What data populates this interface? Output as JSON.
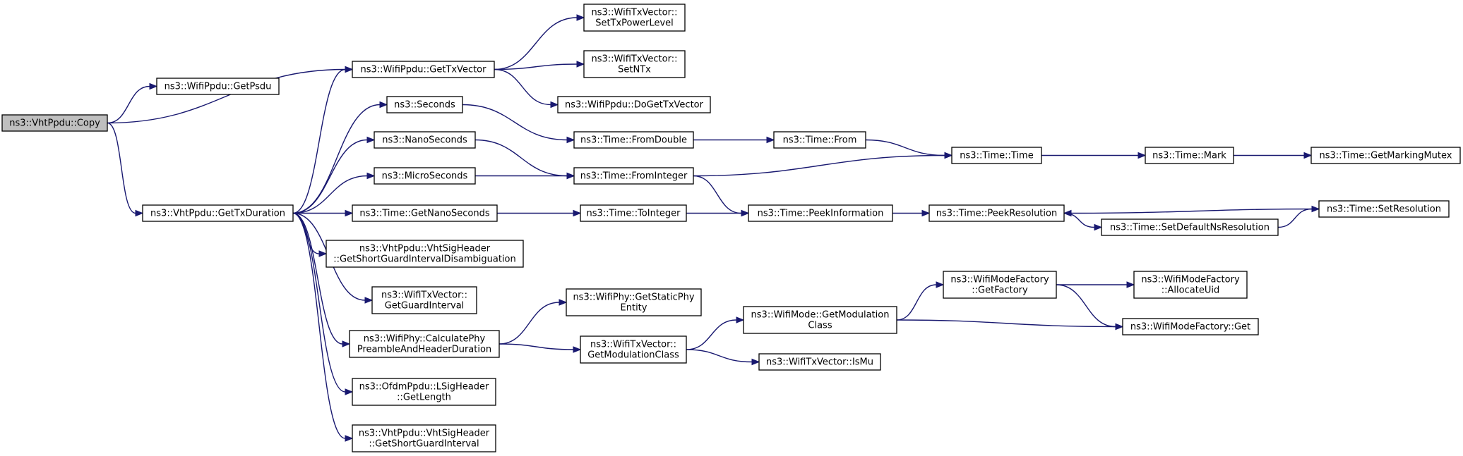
{
  "graph": {
    "nodes": [
      {
        "id": "copy",
        "lines": [
          "ns3::VhtPpdu::Copy"
        ],
        "root": true
      },
      {
        "id": "getpsdu",
        "lines": [
          "ns3::WifiPpdu::GetPsdu"
        ]
      },
      {
        "id": "gettxvector",
        "lines": [
          "ns3::WifiPpdu::GetTxVector"
        ]
      },
      {
        "id": "gettxduration",
        "lines": [
          "ns3::VhtPpdu::GetTxDuration"
        ]
      },
      {
        "id": "settxpower",
        "lines": [
          "ns3::WifiTxVector::",
          "SetTxPowerLevel"
        ]
      },
      {
        "id": "setntx",
        "lines": [
          "ns3::WifiTxVector::",
          "SetNTx"
        ]
      },
      {
        "id": "dogettxvector",
        "lines": [
          "ns3::WifiPpdu::DoGetTxVector"
        ]
      },
      {
        "id": "seconds",
        "lines": [
          "ns3::Seconds"
        ]
      },
      {
        "id": "nanoseconds",
        "lines": [
          "ns3::NanoSeconds"
        ]
      },
      {
        "id": "microseconds",
        "lines": [
          "ns3::MicroSeconds"
        ]
      },
      {
        "id": "getnanoseconds",
        "lines": [
          "ns3::Time::GetNanoSeconds"
        ]
      },
      {
        "id": "shortgidisamb",
        "lines": [
          "ns3::VhtPpdu::VhtSigHeader",
          "::GetShortGuardIntervalDisambiguation"
        ]
      },
      {
        "id": "getguardinterval",
        "lines": [
          "ns3::WifiTxVector::",
          "GetGuardInterval"
        ]
      },
      {
        "id": "calcphy",
        "lines": [
          "ns3::WifiPhy::CalculatePhy",
          "PreambleAndHeaderDuration"
        ]
      },
      {
        "id": "lsiglength",
        "lines": [
          "ns3::OfdmPpdu::LSigHeader",
          "::GetLength"
        ]
      },
      {
        "id": "shortgi",
        "lines": [
          "ns3::VhtPpdu::VhtSigHeader",
          "::GetShortGuardInterval"
        ]
      },
      {
        "id": "fromdouble",
        "lines": [
          "ns3::Time::FromDouble"
        ]
      },
      {
        "id": "frominteger",
        "lines": [
          "ns3::Time::FromInteger"
        ]
      },
      {
        "id": "tointeger",
        "lines": [
          "ns3::Time::ToInteger"
        ]
      },
      {
        "id": "getstaticphy",
        "lines": [
          "ns3::WifiPhy::GetStaticPhy",
          "Entity"
        ]
      },
      {
        "id": "txgetmodclass",
        "lines": [
          "ns3::WifiTxVector::",
          "GetModulationClass"
        ]
      },
      {
        "id": "from",
        "lines": [
          "ns3::Time::From"
        ]
      },
      {
        "id": "peekinfo",
        "lines": [
          "ns3::Time::PeekInformation"
        ]
      },
      {
        "id": "modegetmodclass",
        "lines": [
          "ns3::WifiMode::GetModulation",
          "Class"
        ]
      },
      {
        "id": "ismu",
        "lines": [
          "ns3::WifiTxVector::IsMu"
        ]
      },
      {
        "id": "time",
        "lines": [
          "ns3::Time::Time"
        ]
      },
      {
        "id": "peekres",
        "lines": [
          "ns3::Time::PeekResolution"
        ]
      },
      {
        "id": "getfactory",
        "lines": [
          "ns3::WifiModeFactory",
          "::GetFactory"
        ]
      },
      {
        "id": "setdefaultns",
        "lines": [
          "ns3::Time::SetDefaultNsResolution"
        ]
      },
      {
        "id": "mark",
        "lines": [
          "ns3::Time::Mark"
        ]
      },
      {
        "id": "allocateuid",
        "lines": [
          "ns3::WifiModeFactory",
          "::AllocateUid"
        ]
      },
      {
        "id": "factoryget",
        "lines": [
          "ns3::WifiModeFactory::Get"
        ]
      },
      {
        "id": "setres",
        "lines": [
          "ns3::Time::SetResolution"
        ]
      },
      {
        "id": "getmarkingmutex",
        "lines": [
          "ns3::Time::GetMarkingMutex"
        ]
      }
    ],
    "edges": [
      [
        "copy",
        "getpsdu"
      ],
      [
        "copy",
        "gettxvector"
      ],
      [
        "copy",
        "gettxduration"
      ],
      [
        "gettxvector",
        "settxpower"
      ],
      [
        "gettxvector",
        "setntx"
      ],
      [
        "gettxvector",
        "dogettxvector"
      ],
      [
        "gettxduration",
        "gettxvector"
      ],
      [
        "gettxduration",
        "seconds"
      ],
      [
        "gettxduration",
        "nanoseconds"
      ],
      [
        "gettxduration",
        "microseconds"
      ],
      [
        "gettxduration",
        "getnanoseconds"
      ],
      [
        "gettxduration",
        "shortgidisamb"
      ],
      [
        "gettxduration",
        "getguardinterval"
      ],
      [
        "gettxduration",
        "calcphy"
      ],
      [
        "gettxduration",
        "lsiglength"
      ],
      [
        "gettxduration",
        "shortgi"
      ],
      [
        "seconds",
        "fromdouble"
      ],
      [
        "nanoseconds",
        "frominteger"
      ],
      [
        "microseconds",
        "frominteger"
      ],
      [
        "getnanoseconds",
        "tointeger"
      ],
      [
        "calcphy",
        "getstaticphy"
      ],
      [
        "calcphy",
        "txgetmodclass"
      ],
      [
        "fromdouble",
        "from"
      ],
      [
        "frominteger",
        "time"
      ],
      [
        "frominteger",
        "peekinfo"
      ],
      [
        "tointeger",
        "peekinfo"
      ],
      [
        "txgetmodclass",
        "modegetmodclass"
      ],
      [
        "txgetmodclass",
        "ismu"
      ],
      [
        "from",
        "time"
      ],
      [
        "peekinfo",
        "peekres"
      ],
      [
        "modegetmodclass",
        "getfactory"
      ],
      [
        "modegetmodclass",
        "factoryget"
      ],
      [
        "time",
        "mark"
      ],
      [
        "peekres",
        "setdefaultns"
      ],
      [
        "getfactory",
        "allocateuid"
      ],
      [
        "getfactory",
        "factoryget"
      ],
      [
        "setdefaultns",
        "setres"
      ],
      [
        "setres",
        "peekres"
      ],
      [
        "mark",
        "getmarkingmutex"
      ]
    ],
    "colors": {
      "edge": "#191970",
      "root_fill": "#bfbfbf",
      "node_fill": "#ffffff",
      "border": "#000000"
    }
  }
}
